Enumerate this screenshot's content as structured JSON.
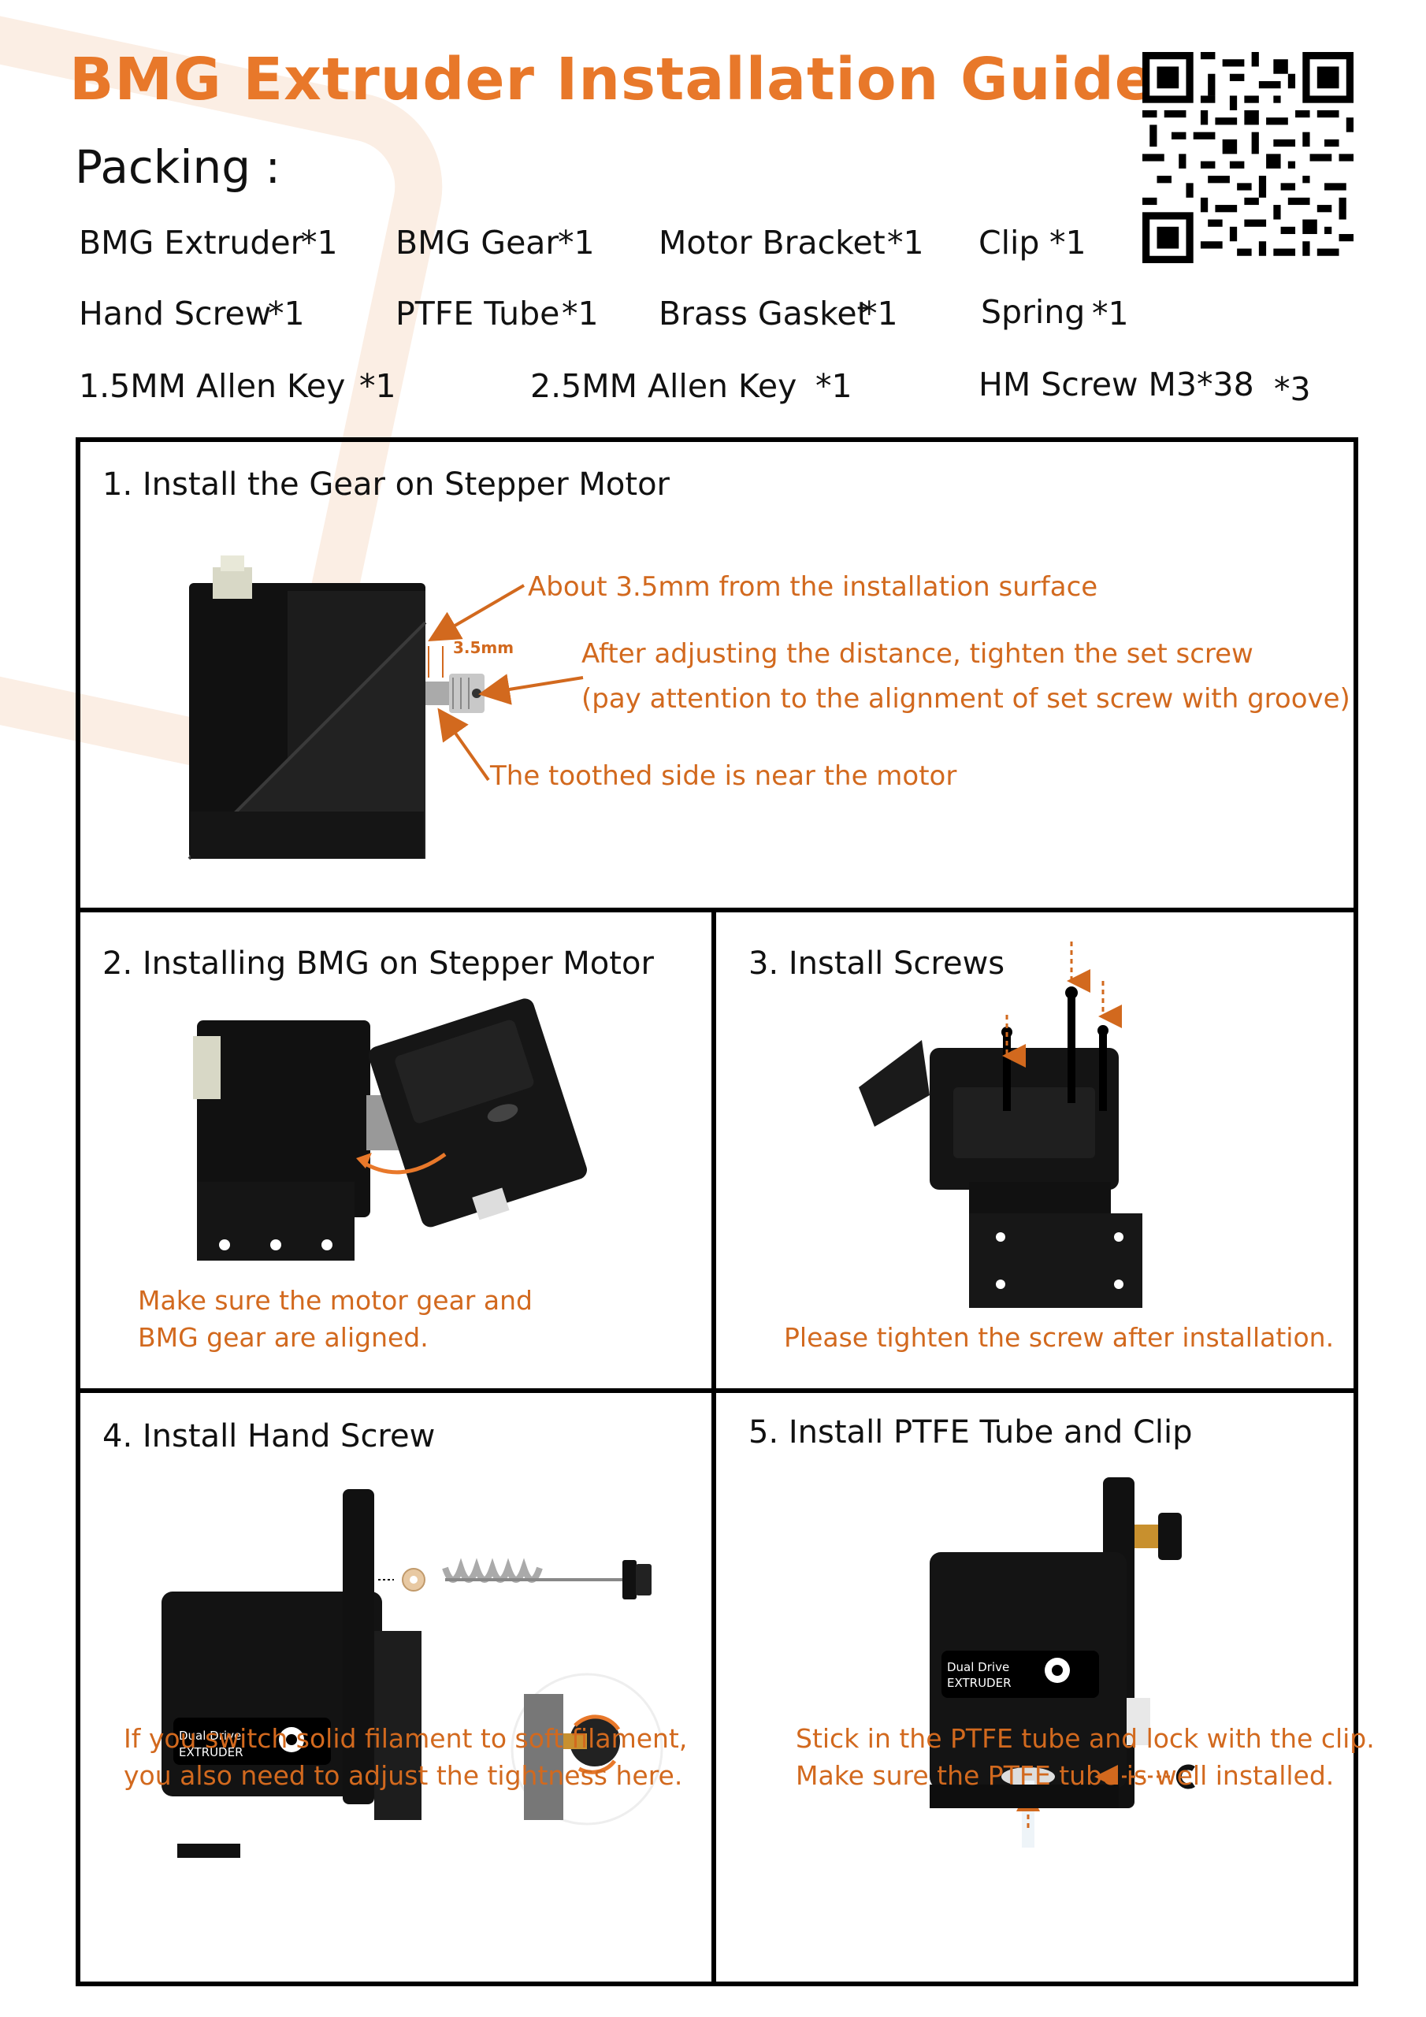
{
  "title": "BMG Extruder Installation Guide",
  "packing": {
    "heading": "Packing :",
    "items": [
      {
        "name": "BMG Extruder",
        "qty": "*1"
      },
      {
        "name": "BMG Gear",
        "qty": "*1"
      },
      {
        "name": "Motor Bracket",
        "qty": "*1"
      },
      {
        "name": "Clip",
        "qty": "*1"
      },
      {
        "name": "Hand Screw",
        "qty": "*1"
      },
      {
        "name": "PTFE Tube",
        "qty": "*1"
      },
      {
        "name": "Brass Gasket",
        "qty": "*1"
      },
      {
        "name": "Spring",
        "qty": "*1"
      },
      {
        "name": "1.5MM Allen Key",
        "qty": "*1"
      },
      {
        "name": "2.5MM Allen Key",
        "qty": "*1"
      },
      {
        "name": "HM Screw M3*38",
        "qty": "*3"
      }
    ]
  },
  "steps": [
    {
      "title": "1. Install the Gear on Stepper Motor",
      "annotations": {
        "distance": "About 3.5mm from the installation surface",
        "set_screw_line1": "After adjusting the distance, tighten the set screw",
        "set_screw_line2": "(pay attention to the alignment of set screw with groove)",
        "toothed": "The toothed side is near the motor",
        "dimension": "3.5mm"
      }
    },
    {
      "title": "2. Installing BMG on Stepper Motor",
      "note_line1": "Make sure the motor gear and",
      "note_line2": "BMG gear are aligned."
    },
    {
      "title": "3. Install Screws",
      "note_line1": "Please tighten the screw after installation."
    },
    {
      "title": "4. Install Hand Screw",
      "note_line1": "If you switch solid filament to soft filament,",
      "note_line2": "you also need to adjust the tightness here.",
      "label_line1": "Dual Drive",
      "label_line2": "EXTRUDER"
    },
    {
      "title": "5. Install PTFE Tube and Clip",
      "note_line1": "Stick in the PTFE tube and lock with the clip.",
      "note_line2": "Make sure the PTFE tube is well installed.",
      "label_line1": "Dual Drive",
      "label_line2": "EXTRUDER"
    }
  ],
  "colors": {
    "accent": "#e8782a",
    "note": "#d2691e",
    "frame": "#000000"
  }
}
